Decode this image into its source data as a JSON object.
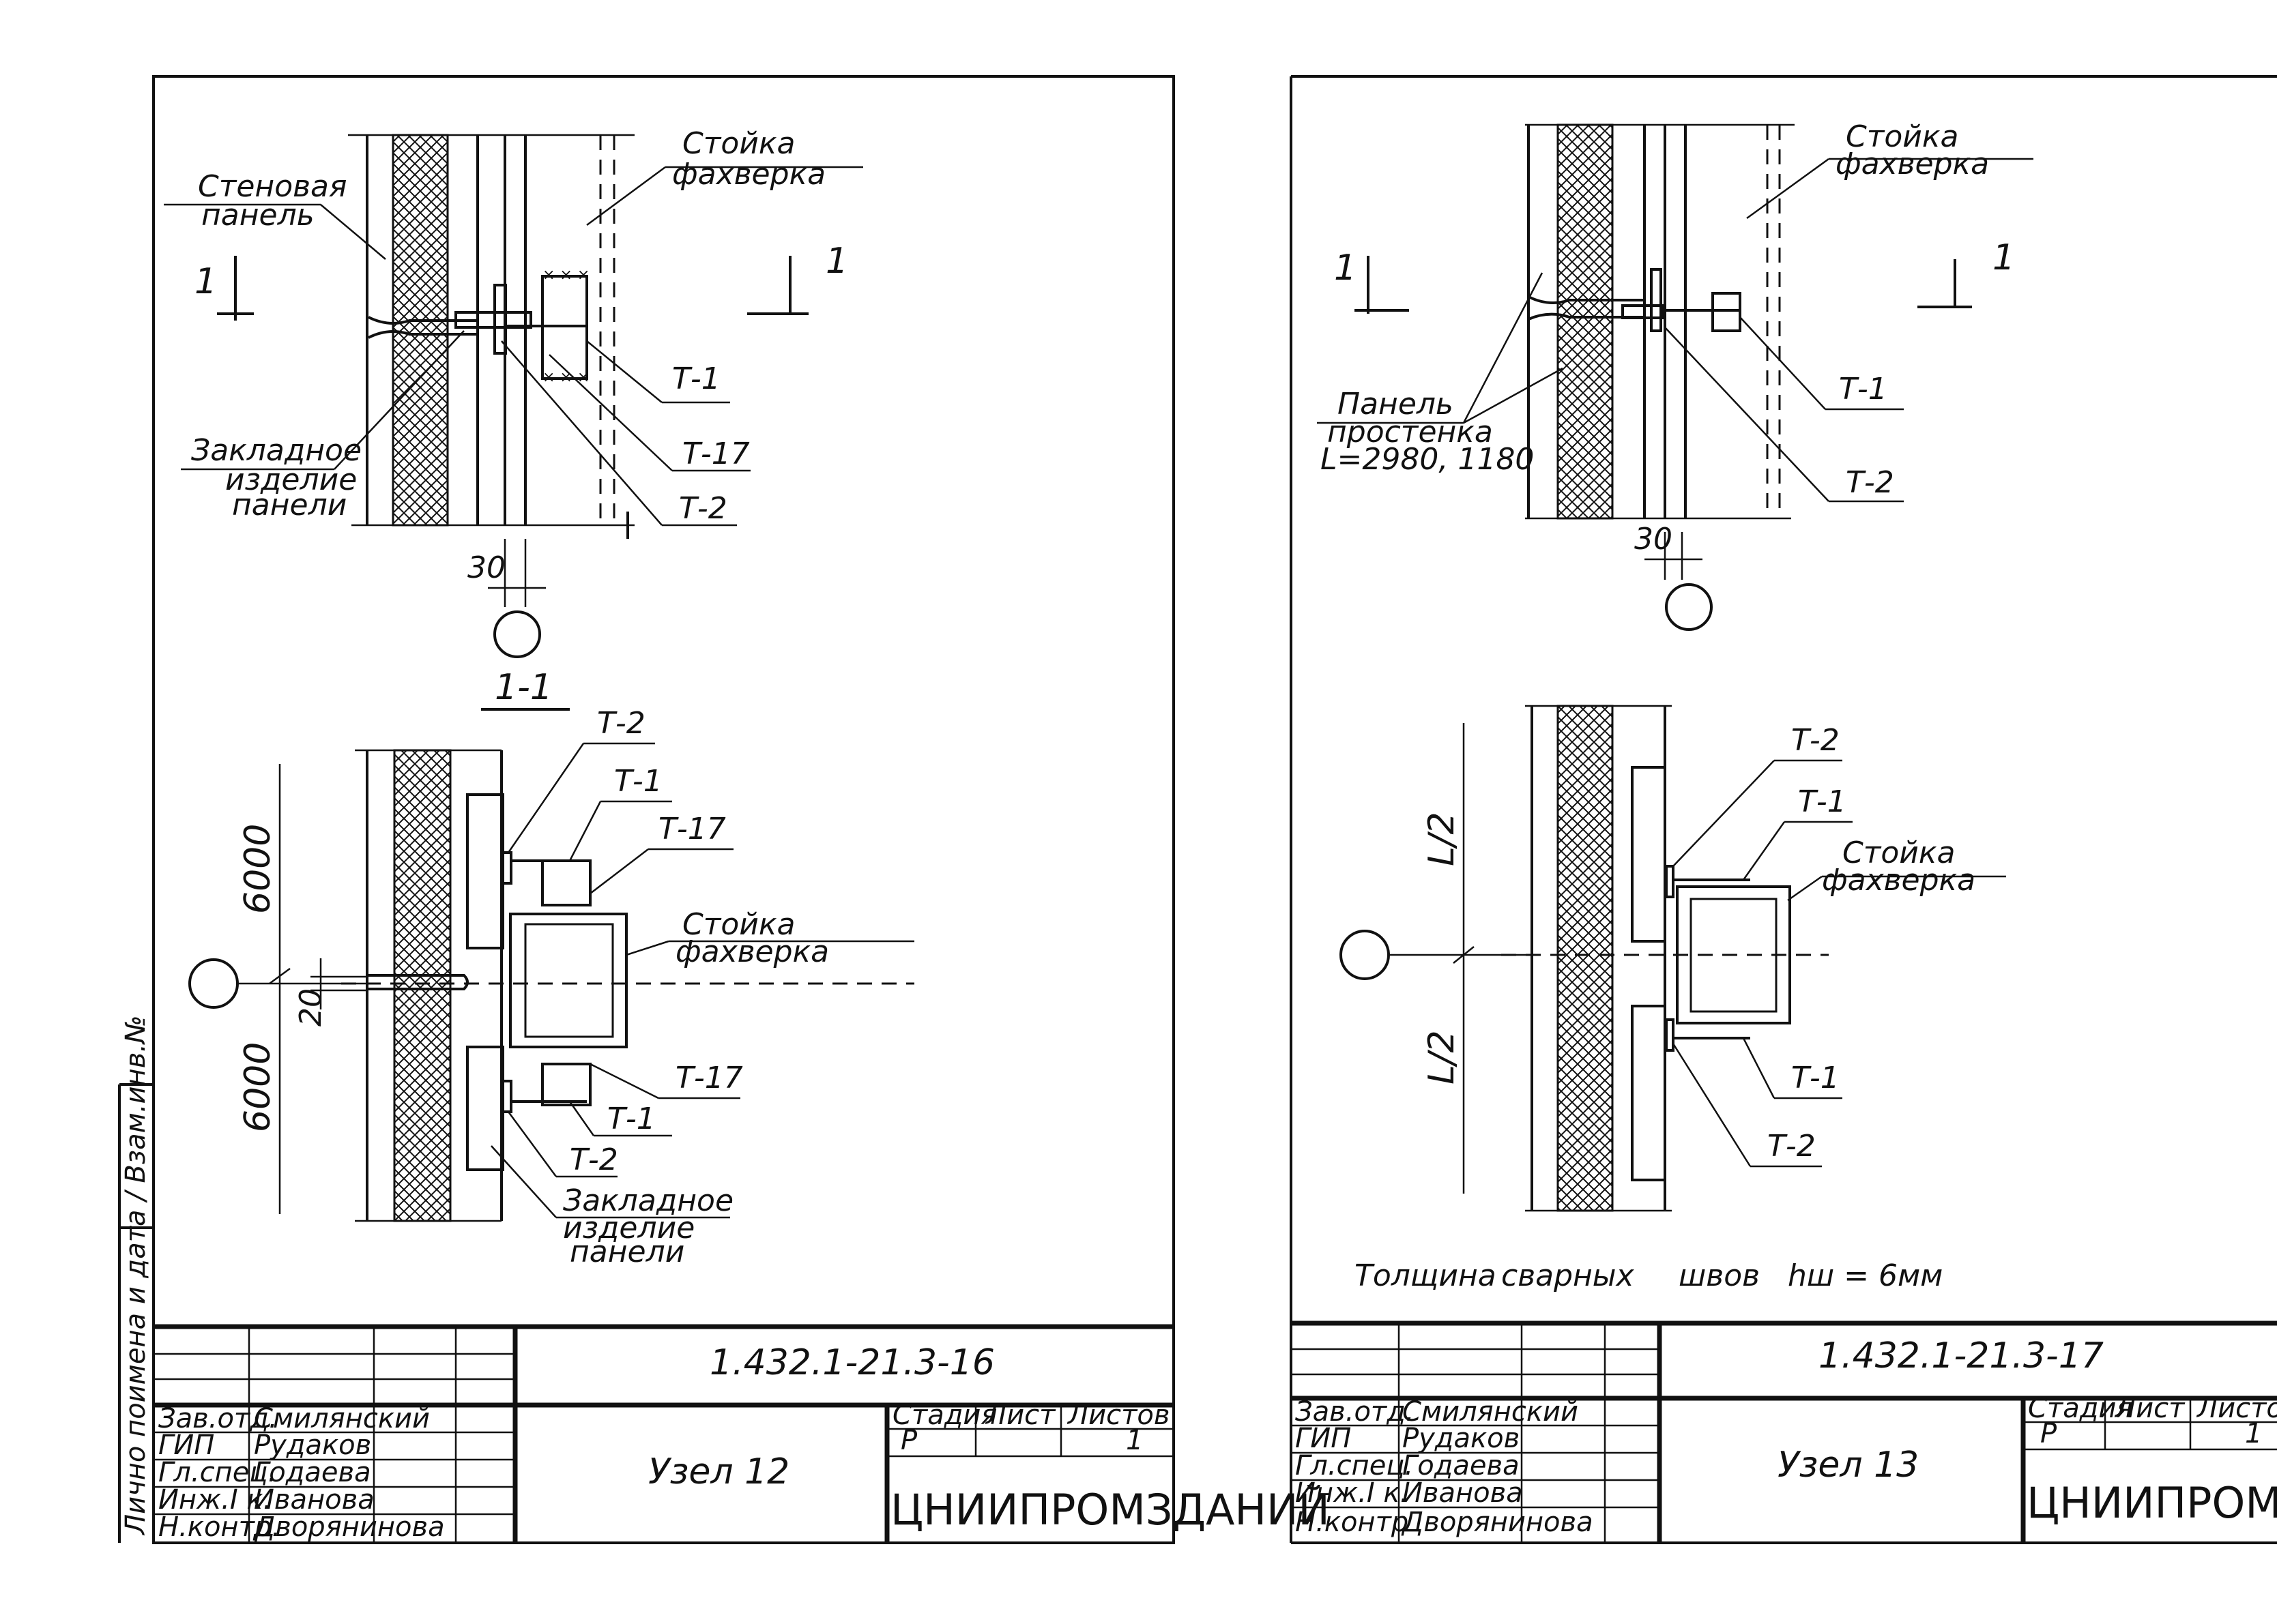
{
  "margin_note": "Лично поимена и дата / Взам.инв.№",
  "sheet_left": {
    "labels": {
      "stoyka_1": "Стойка",
      "stoyka_2": "фахверка",
      "wall_1": "Стеновая",
      "wall_2": "панель",
      "zaklad_1": "Закладное",
      "zaklad_2": "изделие",
      "zaklad_3": "панели",
      "cut_mark": "1",
      "t1": "Т-1",
      "t17": "Т-17",
      "t2": "Т-2",
      "dim_30": "30",
      "section_title": "1-1",
      "dim_6000_top": "6000",
      "dim_6000_bot": "6000",
      "dim_20": "20"
    },
    "title_block": {
      "code": "1.432.1-21.3-16",
      "node": "Узел 12",
      "org": "ЦНИИПРОМЗДАНИЙ",
      "stage_hdr": "Стадия",
      "sheet_hdr": "Лист",
      "sheets_hdr": "Листов",
      "stage": "Р",
      "sheets": "1",
      "staff": [
        {
          "role": "Зав.отд.",
          "name": "Смилянский"
        },
        {
          "role": "ГИП",
          "name": "Рудаков"
        },
        {
          "role": "Гл.спец.",
          "name": "Годаева"
        },
        {
          "role": "Инж.I к.",
          "name": "Иванова"
        },
        {
          "role": "Н.контр.",
          "name": "Дворянинова"
        }
      ]
    }
  },
  "sheet_right": {
    "labels": {
      "stoyka_1": "Стойка",
      "stoyka_2": "фахверка",
      "panel_1": "Панель",
      "panel_2": "простенка",
      "panel_3": "L=2980, 1180",
      "cut_mark": "1",
      "t1": "Т-1",
      "t2": "Т-2",
      "dim_30": "30",
      "half_top": "L/2",
      "half_bot": "L/2",
      "weld_note_1": "Толщина",
      "weld_note_2": "сварных",
      "weld_note_3": "швов",
      "weld_note_4": "hш = 6мм"
    },
    "title_block": {
      "code": "1.432.1-21.3-17",
      "node": "Узел 13",
      "org": "ЦНИИПРОМЗДАНИЙ",
      "stage_hdr": "Стадия",
      "sheet_hdr": "Лист",
      "sheets_hdr": "Листов",
      "stage": "Р",
      "sheet": "1",
      "staff": [
        {
          "role": "Зав.отд.",
          "name": "Смилянский"
        },
        {
          "role": "ГИП",
          "name": "Рудаков"
        },
        {
          "role": "Гл.спец.",
          "name": "Годаева"
        },
        {
          "role": "Инж.I к.",
          "name": "Иванова"
        },
        {
          "role": "Н.контр",
          "name": "Дворянинова"
        }
      ]
    }
  }
}
